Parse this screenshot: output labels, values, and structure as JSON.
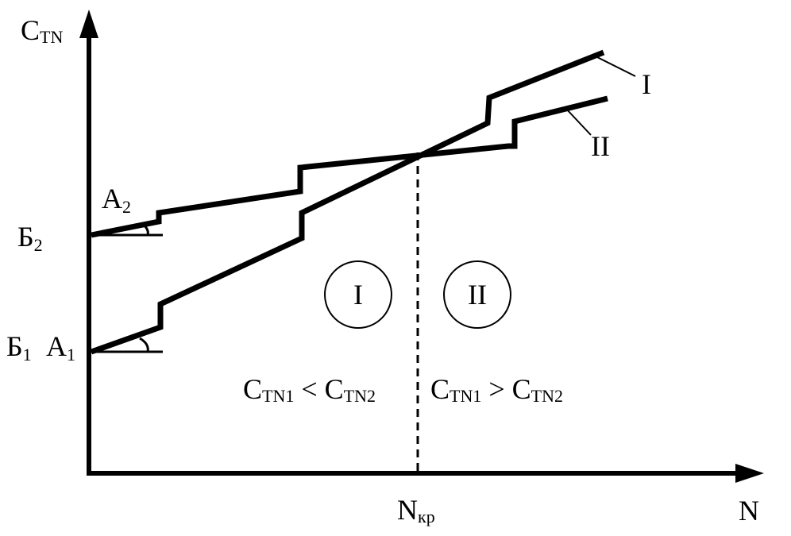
{
  "axes": {
    "y_label": {
      "main": "C",
      "sub": "TN"
    },
    "x_label": "N",
    "x_marker": {
      "main": "N",
      "sub": "кр"
    }
  },
  "lines": [
    {
      "id": "I",
      "label": "I"
    },
    {
      "id": "II",
      "label": "II"
    }
  ],
  "points": {
    "a2": {
      "main": "A",
      "sub": "2"
    },
    "b2": {
      "main": "Б",
      "sub": "2"
    },
    "b1": {
      "main": "Б",
      "sub": "1"
    },
    "a1": {
      "main": "A",
      "sub": "1"
    }
  },
  "regions": [
    {
      "label": "I",
      "condition": {
        "left": "C",
        "left_sub": "TN1",
        "op": "<",
        "right": "C",
        "right_sub": "TN2"
      }
    },
    {
      "label": "II",
      "condition": {
        "left": "C",
        "left_sub": "TN1",
        "op": ">",
        "right": "C",
        "right_sub": "TN2"
      }
    }
  ],
  "colors": {
    "ink": "#000000",
    "background": "#ffffff"
  }
}
